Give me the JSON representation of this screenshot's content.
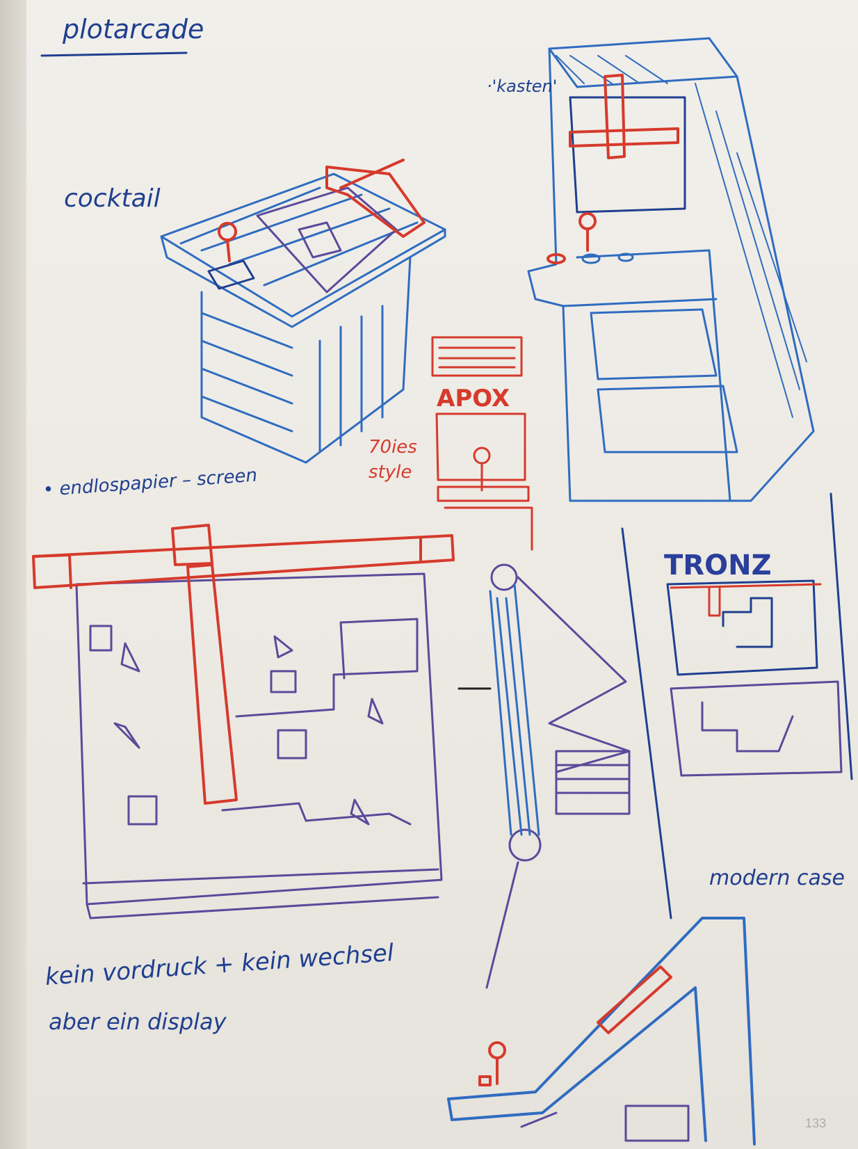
{
  "title": "plotarcade",
  "labels": {
    "kasten": "·'kasten'",
    "cocktail": "cocktail",
    "endlospapier": "• endlospapier – screen",
    "seventies": "70ies style",
    "apox": "APOX",
    "tronz": "TRONZ",
    "modern_case": "modern case",
    "note_line1": "kein vordruck + kein wechsel",
    "note_line2": "aber ein display"
  },
  "page_number": "133",
  "colors": {
    "blue": "#2f6cc0",
    "dark_blue": "#1f3f8f",
    "red": "#d63a2c",
    "purple": "#5a4a9a"
  }
}
